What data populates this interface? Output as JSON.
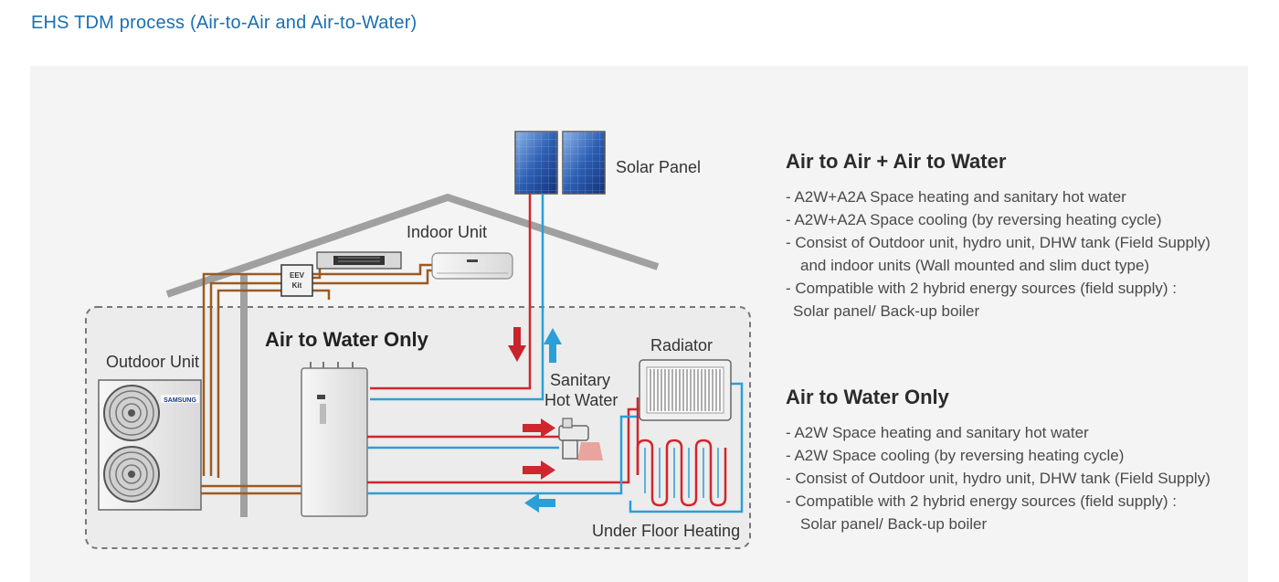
{
  "page_title": "EHS TDM process (Air-to-Air and Air-to-Water)",
  "diagram": {
    "labels": {
      "solar_panel": "Solar Panel",
      "indoor_unit": "Indoor Unit",
      "eev_kit_line1": "EEV",
      "eev_kit_line2": "Kit",
      "outdoor_unit": "Outdoor Unit",
      "air_to_water_only": "Air to Water Only",
      "radiator": "Radiator",
      "sanitary_line1": "Sanitary",
      "sanitary_line2": "Hot Water",
      "under_floor_heating": "Under Floor Heating",
      "brand": "SAMSUNG"
    },
    "colors": {
      "hot_pipe": "#d0262d",
      "cold_pipe": "#2a9fd8",
      "refrigerant_pipe": "#9b5a22",
      "roof": "#a0a0a0",
      "dashed_boundary": "#777777"
    }
  },
  "sections": [
    {
      "heading": "Air to Air + Air to Water",
      "lines": [
        "- A2W+A2A Space heating and sanitary hot water",
        "- A2W+A2A Space cooling (by reversing heating cycle)",
        "- Consist of Outdoor unit, hydro unit, DHW tank (Field Supply)",
        "and indoor units (Wall mounted and slim duct type)",
        "- Compatible with 2 hybrid energy sources (field supply) :",
        "Solar panel/ Back-up boiler"
      ]
    },
    {
      "heading": "Air to Water Only",
      "lines": [
        "- A2W Space heating and sanitary hot water",
        "- A2W Space cooling (by reversing heating cycle)",
        "- Consist of Outdoor unit, hydro unit, DHW tank (Field Supply)",
        "- Compatible with 2 hybrid energy sources (field supply) :",
        "Solar panel/ Back-up boiler"
      ]
    }
  ]
}
